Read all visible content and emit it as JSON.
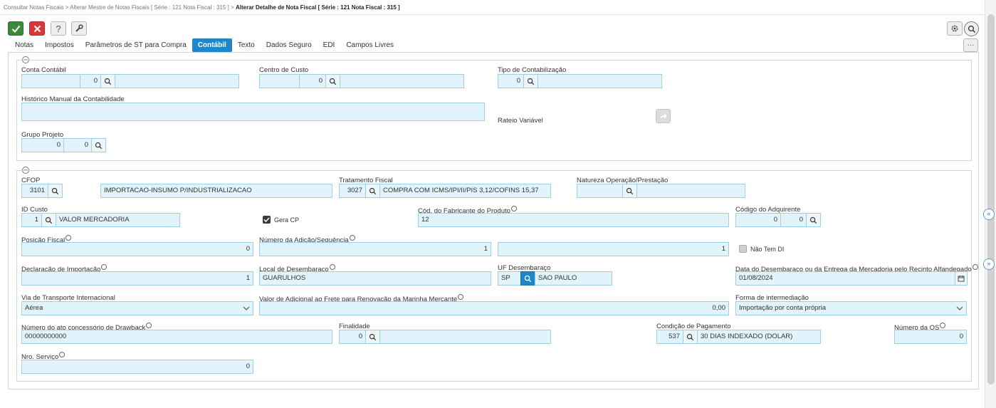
{
  "breadcrumb": {
    "item1": "Consultar Notas Fiscais",
    "sep": ">",
    "item2": "Alterar Mestre de Notas Fiscais [ Série : 121 Nota Fiscal : 315 ]",
    "current": "Alterar Detalhe de Nota Fiscal [ Série : 121 Nota Fiscal : 315 ]"
  },
  "toolbar": {
    "help_label": "?",
    "more_label": "···"
  },
  "tabs": [
    {
      "label": "Notas"
    },
    {
      "label": "Impostos"
    },
    {
      "label": "Parâmetros de ST para Compra"
    },
    {
      "label": "Contábil"
    },
    {
      "label": "Texto"
    },
    {
      "label": "Dados Seguro"
    },
    {
      "label": "EDI"
    },
    {
      "label": "Campos Livres"
    }
  ],
  "section1": {
    "conta_contabil": {
      "label": "Conta Contábil",
      "code": "",
      "value": "0",
      "desc": ""
    },
    "centro_custo": {
      "label": "Centro de Custo",
      "code": "",
      "value": "0",
      "desc": ""
    },
    "tipo_contabilizacao": {
      "label": "Tipo de Contabilização",
      "value": "0",
      "desc": ""
    },
    "historico": {
      "label": "Histórico Manual da Contabilidade",
      "value": ""
    },
    "rateio": {
      "label": "Rateio Variável"
    },
    "grupo_projeto": {
      "label": "Grupo Projeto",
      "value1": "0",
      "value2": "0"
    }
  },
  "section2": {
    "cfop": {
      "label": "CFOP",
      "value": "3101",
      "desc": "IMPORTACAO-INSUMO P/INDUSTRIALIZACAO"
    },
    "tratamento": {
      "label": "Tratamento Fiscal",
      "value": "3027",
      "desc": "COMPRA COM ICMS/IPI/II/PIS 3,12/COFINS 15,37"
    },
    "natureza": {
      "label": "Natureza Operação/Prestação",
      "value": "",
      "desc": ""
    },
    "id_custo": {
      "label": "ID Custo",
      "value": "1",
      "desc": "VALOR MERCADORIA"
    },
    "gera_cp": {
      "label": "Gera CP"
    },
    "cod_fabricante": {
      "label": "Cód. do Fabricante do Produto",
      "value": "12"
    },
    "cod_adquirente": {
      "label": "Código do Adquirente",
      "value1": "0",
      "value2": "0"
    },
    "posicao_fiscal": {
      "label": "Posição Fiscal",
      "value": "0"
    },
    "num_adicao": {
      "label": "Número da Adição/Sequência",
      "value1": "1",
      "value2": "1"
    },
    "nao_tem_di": {
      "label": "Não Tem DI"
    },
    "decl_importacao": {
      "label": "Declaração de Importação",
      "value": "1"
    },
    "local_desembaraco": {
      "label": "Local de Desembaraço",
      "value": "GUARULHOS"
    },
    "uf_desembaraco": {
      "label": "UF Desembaraço",
      "code": "SP",
      "desc": "SAO PAULO"
    },
    "data_desembaraco": {
      "label": "Data do Desembaraço ou da Entrega da Mercadoria pelo Recinto Alfandegado",
      "value": "01/08/2024"
    },
    "via_transporte": {
      "label": "Via de Transporte Internacional",
      "value": "Aérea"
    },
    "valor_adicional": {
      "label": "Valor de Adicional ao Frete para Renovação da Marinha Mercante",
      "value": "0,00"
    },
    "forma_intermediacao": {
      "label": "Forma de intermediação",
      "value": "Importação por conta própria"
    },
    "num_drawback": {
      "label": "Número do ato concessório de Drawback",
      "value": "00000000000"
    },
    "finalidade": {
      "label": "Finalidade",
      "value": "0",
      "desc": ""
    },
    "cond_pagamento": {
      "label": "Condição de Pagamento",
      "value": "537",
      "desc": "30 DIAS INDEXADO (DOLAR)"
    },
    "num_os": {
      "label": "Número da OS",
      "value": "0"
    },
    "nro_servico": {
      "label": "Nro. Serviço",
      "value": "0"
    }
  }
}
